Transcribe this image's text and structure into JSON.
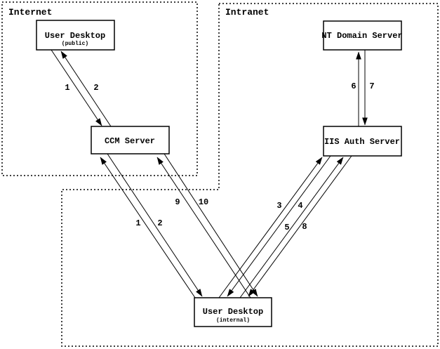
{
  "diagram": {
    "type": "network-auth-flow",
    "colors": {
      "background": "#ffffff",
      "line": "#000000",
      "text": "#000000"
    },
    "regions": [
      {
        "label": "Internet"
      },
      {
        "label": "Intranet"
      }
    ],
    "nodes": [
      {
        "label": "User Desktop",
        "sublabel": "(public)",
        "region": "Internet"
      },
      {
        "label": "CCM Server",
        "sublabel": "",
        "region": "Internet"
      },
      {
        "label": "NT Domain Server",
        "sublabel": "",
        "region": "Intranet"
      },
      {
        "label": "IIS Auth Server",
        "sublabel": "",
        "region": "Intranet"
      },
      {
        "label": "User Desktop",
        "sublabel": "(internal)",
        "region": "Intranet"
      }
    ],
    "edges": [
      {
        "label": "1",
        "from": "User Desktop (public)",
        "to": "CCM Server"
      },
      {
        "label": "2",
        "from": "CCM Server",
        "to": "User Desktop (public)"
      },
      {
        "label": "1",
        "from": "User Desktop (internal)",
        "to": "CCM Server"
      },
      {
        "label": "2",
        "from": "CCM Server",
        "to": "User Desktop (internal)"
      },
      {
        "label": "9",
        "from": "User Desktop (internal)",
        "to": "CCM Server"
      },
      {
        "label": "10",
        "from": "CCM Server",
        "to": "User Desktop (internal)"
      },
      {
        "label": "3",
        "from": "User Desktop (internal)",
        "to": "IIS Auth Server"
      },
      {
        "label": "4",
        "from": "IIS Auth Server",
        "to": "User Desktop (internal)"
      },
      {
        "label": "5",
        "from": "User Desktop (internal)",
        "to": "IIS Auth Server"
      },
      {
        "label": "8",
        "from": "IIS Auth Server",
        "to": "User Desktop (internal)"
      },
      {
        "label": "6",
        "from": "IIS Auth Server",
        "to": "NT Domain Server"
      },
      {
        "label": "7",
        "from": "NT Domain Server",
        "to": "IIS Auth Server"
      }
    ]
  }
}
